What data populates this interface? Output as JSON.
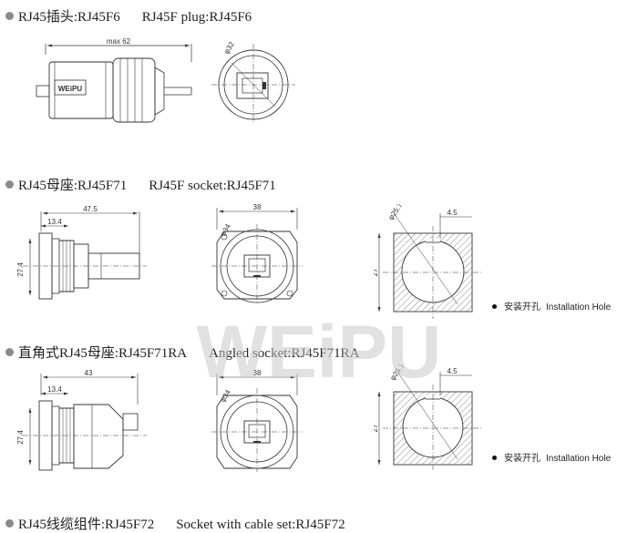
{
  "sections": [
    {
      "cn": "RJ45插头",
      "model": ":RJ45F6",
      "en": "RJ45F plug:RJ45F6"
    },
    {
      "cn": "RJ45母座",
      "model": ":RJ45F71",
      "en": "RJ45F socket:RJ45F71"
    },
    {
      "cn": "直角式RJ45母座",
      "model": ":RJ45F71RA",
      "en": "Angled socket:RJ45F71RA"
    },
    {
      "cn": "RJ45线缆组件",
      "model": ":RJ45F72",
      "en": "Socket with cable set:RJ45F72"
    }
  ],
  "dimensions": {
    "plug_length": "max 62",
    "plug_diameter": "φ32",
    "socket_length": "47.5",
    "flange_width": "13.4",
    "body_height": "27.4",
    "face_width": "38",
    "face_diameter": "φ34",
    "hole_diameter": "φ25.7",
    "hole_flat": "4.5",
    "hole_size": "27",
    "angled_length": "43"
  },
  "notes": {
    "installation_hole_cn": "安装开孔",
    "installation_hole_en": "Installation Hole"
  },
  "watermark": "WEiPU",
  "logo_text": "WEiPU",
  "colors": {
    "line": "#333333",
    "hatch": "#8a8a8a",
    "watermark": "#c9c9c9"
  }
}
